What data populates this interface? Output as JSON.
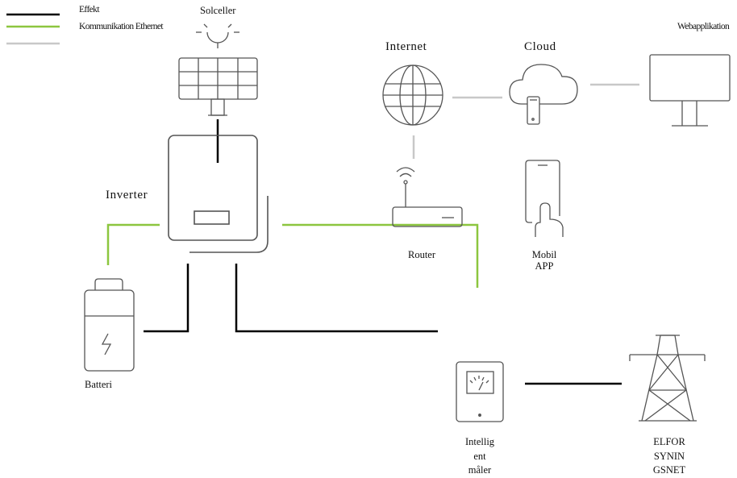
{
  "legend": {
    "items": [
      {
        "label": "Effekt",
        "color": "#000000"
      },
      {
        "label": "Kommunikation Ethernet",
        "color": "#8cc63f"
      },
      {
        "label": "",
        "color": "#c8c8c8"
      }
    ]
  },
  "nodes": {
    "solar": "Solceller",
    "internet": "Internet",
    "cloud": "Cloud",
    "webapp": "Webapplikation",
    "inverter": "Inverter",
    "router": "Router",
    "mobile_l1": "Mobil",
    "mobile_l2": "APP",
    "battery": "Batteri",
    "meter_l1": "Intellig",
    "meter_l2": "ent",
    "meter_l3": "måler",
    "grid_l1": "ELFOR",
    "grid_l2": "SYNIN",
    "grid_l3": "GSNET"
  },
  "colors": {
    "power": "#000000",
    "ethernet": "#8cc63f",
    "link": "#c8c8c8",
    "icon": "#555555"
  }
}
